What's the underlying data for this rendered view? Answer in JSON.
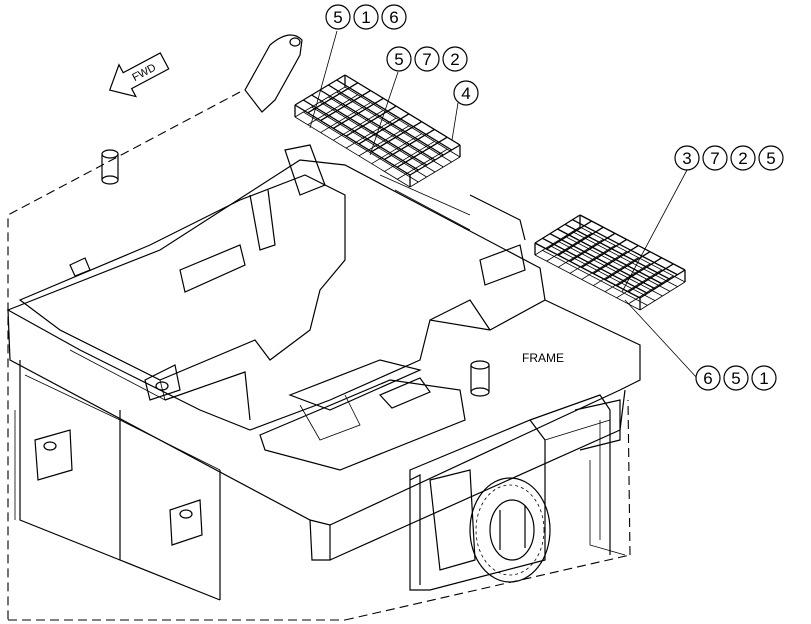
{
  "diagram": {
    "frame_label": "FRAME",
    "direction_arrow": {
      "label": "FWD",
      "icon": "arrow-left-icon"
    },
    "callouts": [
      {
        "id": "callout-516",
        "digits": [
          "5",
          "1",
          "6"
        ]
      },
      {
        "id": "callout-572",
        "digits": [
          "5",
          "7",
          "2"
        ]
      },
      {
        "id": "callout-4",
        "digits": [
          "4"
        ]
      },
      {
        "id": "callout-3725",
        "digits": [
          "3",
          "7",
          "2",
          "5"
        ]
      },
      {
        "id": "callout-651",
        "digits": [
          "6",
          "5",
          "1"
        ]
      }
    ]
  }
}
